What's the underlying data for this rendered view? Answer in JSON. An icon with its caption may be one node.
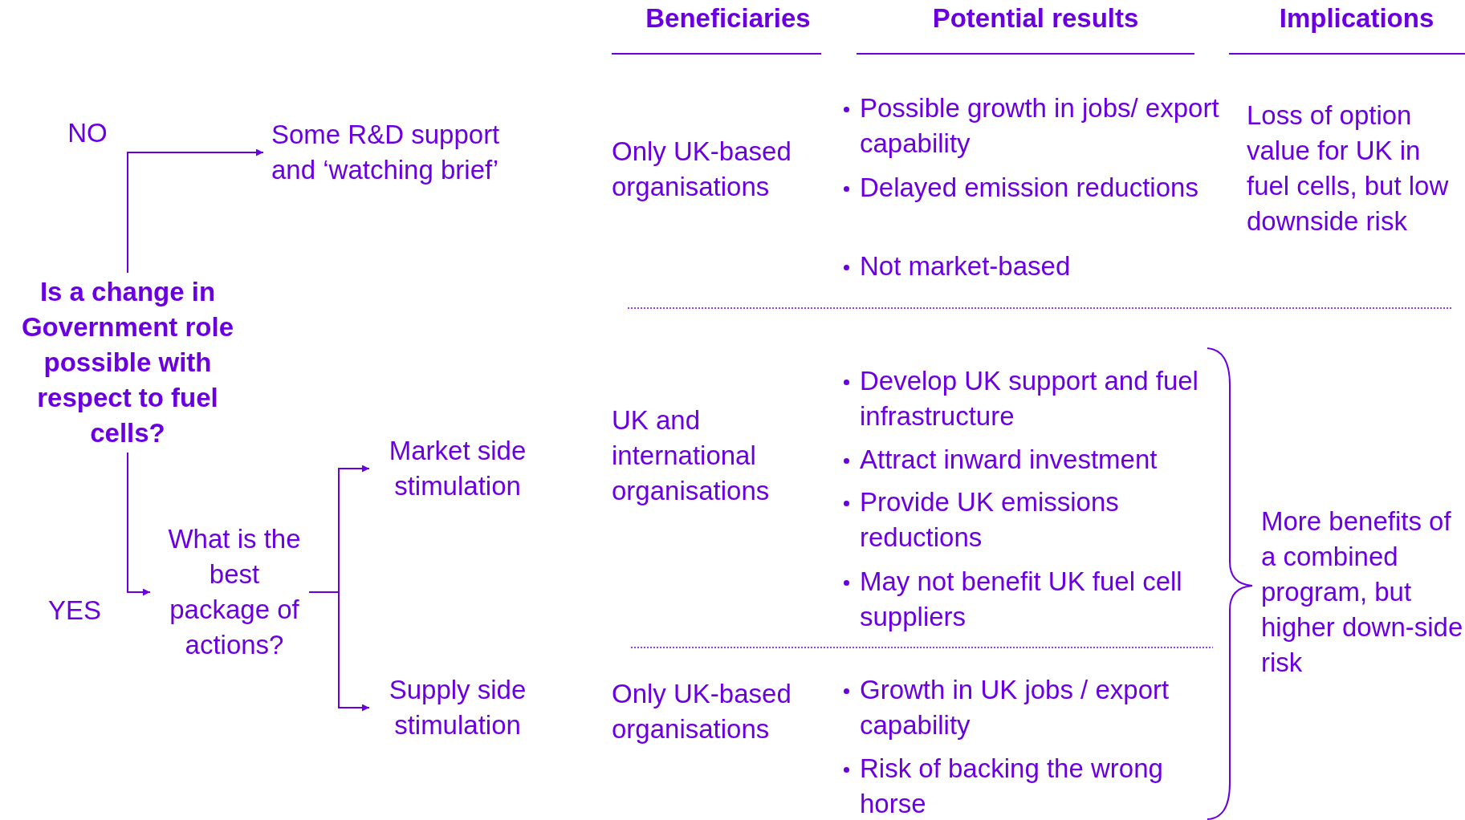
{
  "diagram": {
    "nodes": [
      {
        "text": [
          "Is a change in Government role possible with respect to fuel cells?"
        ]
      },
      {
        "text": [
          "Some R&D support and ‘watching brief’"
        ]
      },
      {
        "text": [
          "What is the best package of actions?"
        ]
      },
      {
        "text": [
          "Market side stimulation"
        ]
      },
      {
        "text": [
          "Supply side stimulation"
        ]
      }
    ],
    "edges": [
      {
        "from": 0,
        "to": 1,
        "arrow": "to",
        "label": "NO"
      },
      {
        "from": 0,
        "to": 2,
        "arrow": "to",
        "label": "YES"
      },
      {
        "from": 2,
        "to": 3,
        "arrow": "to"
      },
      {
        "from": 2,
        "to": 4,
        "arrow": "to"
      }
    ],
    "labels": [
      "Beneficiaries",
      "Potential results",
      "Implications",
      "Only UK-based organisations",
      "Possible growth in jobs/ export capability",
      "Delayed emission reductions",
      "Not market-based",
      "Loss of option value for UK in fuel cells, but low downside risk",
      "UK and international organisations",
      "Develop UK support and fuel infrastructure",
      "Attract inward investment",
      "Provide UK emissions reductions",
      "May not benefit UK fuel cell suppliers",
      "More benefits of a combined program, but higher down-side risk",
      "Only UK-based organisations",
      "Growth in UK jobs / export capability",
      "Risk of backing the wrong horse"
    ]
  }
}
